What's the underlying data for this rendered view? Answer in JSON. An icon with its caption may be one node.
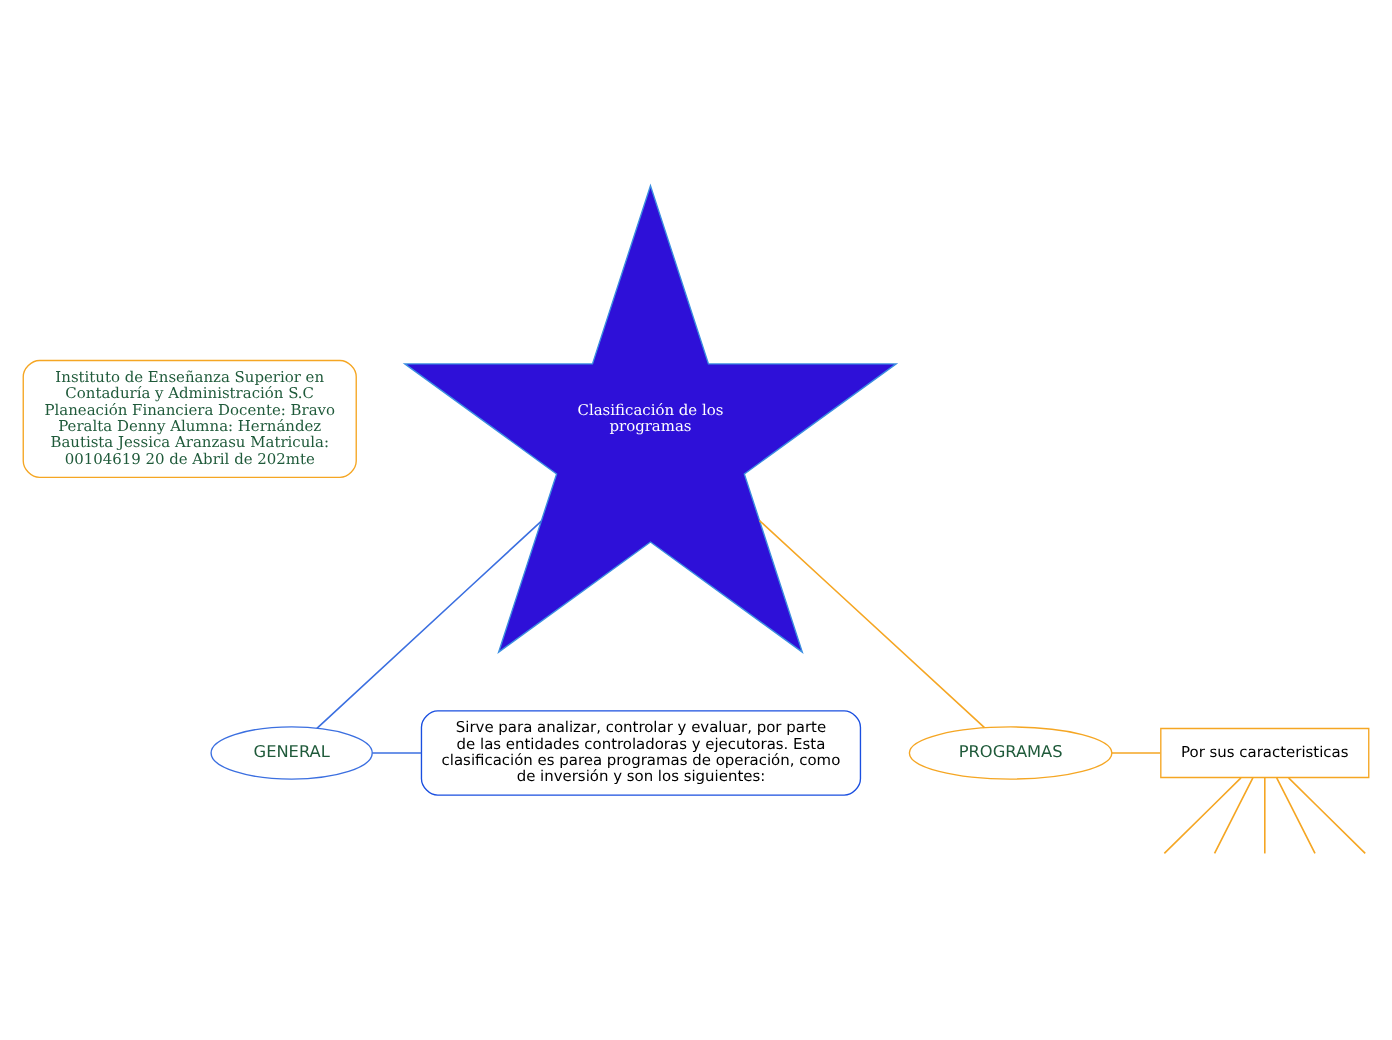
{
  "diagram": {
    "nodes": [
      {
        "text": [
          "Instituto de Enseñanza Superior en Contaduría y Administración S.C Planeación Financiera Docente: Bravo Peralta Denny Alumna: Hernández Bautista Jessica Aranzasu Matricula: 00104619 20 de Abril de 202mte"
        ]
      },
      {
        "text": [
          "Clasificación de los programas"
        ]
      },
      {
        "text": [
          "GENERAL"
        ]
      },
      {
        "text": [
          "Sirve para analizar, controlar y evaluar, por parte de las entidades controladoras y ejecutoras. Esta clasificación es parea programas de operación, como de inversión y son los siguientes:"
        ]
      },
      {
        "text": [
          "PROGRAMAS"
        ]
      },
      {
        "text": [
          "Por sus caracteristicas"
        ]
      }
    ],
    "edges": [
      {
        "from": 1,
        "to": 2,
        "arrow": "none",
        "color": "#3b6fe0"
      },
      {
        "from": 2,
        "to": 3,
        "arrow": "none",
        "color": "#3b6fe0"
      },
      {
        "from": 1,
        "to": 4,
        "arrow": "none"
      },
      {
        "from": 4,
        "to": 5,
        "arrow": "none"
      },
      {
        "from": 5,
        "to": null,
        "arrow": "none"
      },
      {
        "from": 5,
        "to": null,
        "arrow": "none"
      },
      {
        "from": 5,
        "to": null,
        "arrow": "none"
      },
      {
        "from": 5,
        "to": null,
        "arrow": "none"
      },
      {
        "from": 5,
        "to": null,
        "arrow": "none"
      }
    ]
  }
}
